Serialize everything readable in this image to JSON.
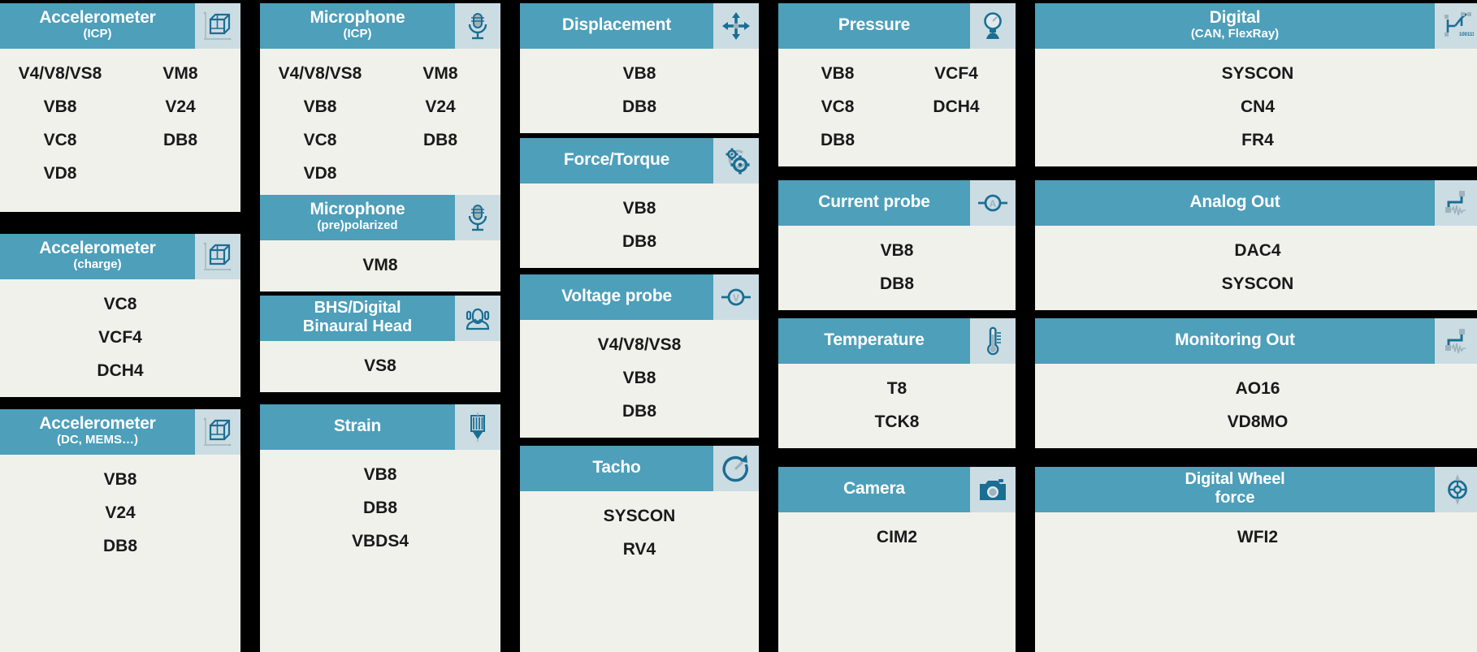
{
  "theme": {
    "background": "#000000",
    "header_teal": "#4d9fba",
    "icon_tile": "#ccdce3",
    "body_bg": "#f1f1ec",
    "header_text": "#ffffff",
    "body_text": "#1a1a1a",
    "icon_stroke": "#1b6e93"
  },
  "columns": [
    {
      "name": "column-1",
      "cards": [
        {
          "id": "accelerometer-icp",
          "title": "Accelerometer",
          "subtitle": "(ICP)",
          "icon": "cube-axes-icon",
          "layout": "two-col",
          "rows": [
            [
              "V4/V8/VS8",
              "VM8"
            ],
            [
              "VB8",
              "V24"
            ],
            [
              "VC8",
              "DB8"
            ],
            [
              "VD8",
              ""
            ]
          ]
        },
        {
          "id": "accelerometer-charge",
          "title": "Accelerometer",
          "subtitle": "(charge)",
          "icon": "cube-axes-icon",
          "layout": "one-col",
          "rows": [
            [
              "VC8"
            ],
            [
              "VCF4"
            ],
            [
              "DCH4"
            ]
          ]
        },
        {
          "id": "accelerometer-dc-mems",
          "title": "Accelerometer",
          "subtitle": "(DC, MEMS…)",
          "icon": "cube-axes-icon",
          "layout": "one-col",
          "rows": [
            [
              "VB8"
            ],
            [
              "V24"
            ],
            [
              "DB8"
            ]
          ]
        }
      ]
    },
    {
      "name": "column-2",
      "cards": [
        {
          "id": "microphone-icp",
          "title": "Microphone",
          "subtitle": "(ICP)",
          "icon": "microphone-icon",
          "layout": "two-col",
          "rows": [
            [
              "V4/V8/VS8",
              "VM8"
            ],
            [
              "VB8",
              "V24"
            ],
            [
              "VC8",
              "DB8"
            ],
            [
              "VD8",
              ""
            ]
          ]
        },
        {
          "id": "microphone-prepolarized",
          "title": "Microphone",
          "subtitle": "(pre)polarized",
          "icon": "microphone-icon",
          "layout": "one-col",
          "rows": [
            [
              "VM8"
            ]
          ]
        },
        {
          "id": "bhs-digital-binaural-head",
          "title": "BHS/Digital",
          "subtitle": "Binaural Head",
          "icon": "binaural-head-icon",
          "layout": "one-col",
          "rows": [
            [
              "VS8"
            ]
          ]
        },
        {
          "id": "strain",
          "title": "Strain",
          "subtitle": "",
          "icon": "strain-gauge-icon",
          "layout": "one-col",
          "rows": [
            [
              "VB8"
            ],
            [
              "DB8"
            ],
            [
              "VBDS4"
            ]
          ]
        }
      ]
    },
    {
      "name": "column-3",
      "cards": [
        {
          "id": "displacement",
          "title": "Displacement",
          "subtitle": "",
          "icon": "four-arrows-icon",
          "layout": "one-col",
          "rows": [
            [
              "VB8"
            ],
            [
              "DB8"
            ]
          ]
        },
        {
          "id": "force-torque",
          "title": "Force/Torque",
          "subtitle": "",
          "icon": "gears-icon",
          "layout": "one-col",
          "rows": [
            [
              "VB8"
            ],
            [
              "DB8"
            ]
          ]
        },
        {
          "id": "voltage-probe",
          "title": "Voltage probe",
          "subtitle": "",
          "icon": "voltmeter-icon",
          "layout": "one-col",
          "rows": [
            [
              "V4/V8/VS8"
            ],
            [
              "VB8"
            ],
            [
              "DB8"
            ]
          ]
        },
        {
          "id": "tacho",
          "title": "Tacho",
          "subtitle": "",
          "icon": "tachometer-icon",
          "layout": "one-col",
          "rows": [
            [
              "SYSCON"
            ],
            [
              "RV4"
            ]
          ]
        }
      ]
    },
    {
      "name": "column-4",
      "cards": [
        {
          "id": "pressure",
          "title": "Pressure",
          "subtitle": "",
          "icon": "pressure-gauge-icon",
          "layout": "two-col",
          "rows": [
            [
              "VB8",
              "VCF4"
            ],
            [
              "VC8",
              "DCH4"
            ],
            [
              "DB8",
              ""
            ]
          ]
        },
        {
          "id": "current-probe",
          "title": "Current probe",
          "subtitle": "",
          "icon": "ammeter-icon",
          "layout": "one-col",
          "rows": [
            [
              "VB8"
            ],
            [
              "DB8"
            ]
          ]
        },
        {
          "id": "temperature",
          "title": "Temperature",
          "subtitle": "",
          "icon": "thermometer-icon",
          "layout": "one-col",
          "rows": [
            [
              "T8"
            ],
            [
              "TCK8"
            ]
          ]
        },
        {
          "id": "camera",
          "title": "Camera",
          "subtitle": "",
          "icon": "camera-icon",
          "layout": "one-col",
          "rows": [
            [
              "CIM2"
            ]
          ]
        }
      ]
    },
    {
      "name": "column-5",
      "cards": [
        {
          "id": "digital-can-flexray",
          "title": "Digital",
          "subtitle": "(CAN, FlexRay)",
          "icon": "digital-bus-icon",
          "layout": "one-col",
          "rows": [
            [
              "SYSCON"
            ],
            [
              "CN4"
            ],
            [
              "FR4"
            ]
          ]
        },
        {
          "id": "analog-out",
          "title": "Analog Out",
          "subtitle": "",
          "icon": "waveform-out-icon",
          "layout": "one-col",
          "rows": [
            [
              "DAC4"
            ],
            [
              "SYSCON"
            ]
          ]
        },
        {
          "id": "monitoring-out",
          "title": "Monitoring Out",
          "subtitle": "",
          "icon": "waveform-out-icon",
          "layout": "one-col",
          "rows": [
            [
              "AO16"
            ],
            [
              "VD8MO"
            ]
          ]
        },
        {
          "id": "digital-wheel-force",
          "title": "Digital Wheel",
          "subtitle": "force",
          "icon": "wheel-icon",
          "layout": "one-col",
          "rows": [
            [
              "WFI2"
            ]
          ]
        }
      ]
    }
  ]
}
